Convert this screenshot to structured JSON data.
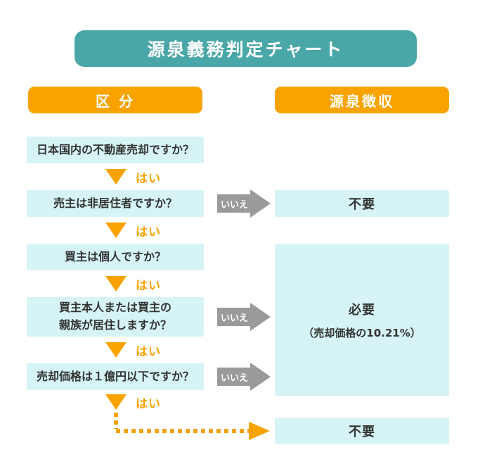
{
  "title": {
    "text": "源泉義務判定チャート"
  },
  "headers": {
    "category": "区 分",
    "withholding": "源泉徴収"
  },
  "flow": {
    "yes_label": "はい",
    "no_label": "いいえ",
    "questions": [
      {
        "lines": [
          "日本国内の不動産売却ですか？"
        ]
      },
      {
        "lines": [
          "売主は非居住者ですか？"
        ]
      },
      {
        "lines": [
          "買主は個人ですか？"
        ]
      },
      {
        "lines": [
          "買主本人または買主の",
          "親族が居住しますか？"
        ]
      },
      {
        "lines": [
          "売却価格は１億円以下ですか？"
        ]
      }
    ]
  },
  "results": {
    "not_required_top": "不要",
    "required": {
      "title": "必要",
      "note": "（売却価格の10.21%）"
    },
    "not_required_bottom": "不要"
  },
  "colors": {
    "accent_orange": "#F8A300",
    "teal": "#4AA7A7",
    "box_cyan": "#D6F4F5",
    "arrow_gray": "#9A9A9A",
    "text_dark": "#333333"
  }
}
